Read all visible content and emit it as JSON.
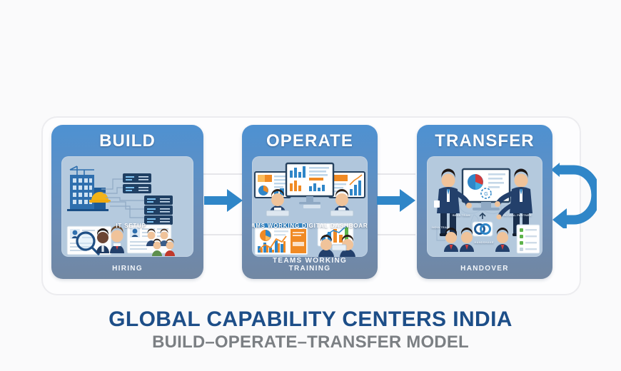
{
  "background_color": "#fafafb",
  "accent_blue": "#2f86c8",
  "title_blue": "#1d4e88",
  "subtitle_gray": "#7b7f83",
  "panel_gradient_top": "#4d91d2",
  "panel_gradient_bottom": "#7287a2",
  "inner_card_color": "#b3c8dd",
  "footer": {
    "title": "GLOBAL CAPABILITY CENTERS INDIA",
    "subtitle": "BUILD–OPERATE–TRANSFER MODEL"
  },
  "stages": [
    {
      "id": "build",
      "title": "BUILD",
      "footer_labels": [
        "HIRING"
      ],
      "art_captions": [
        "IT SETUP"
      ],
      "art_items": [
        "office-building",
        "construction-crane",
        "hard-hat",
        "server-rack",
        "network-lines",
        "resume-document",
        "magnifier",
        "candidate-avatars"
      ]
    },
    {
      "id": "operate",
      "title": "OPERATE",
      "footer_labels": [
        "TEAMS WORKING",
        "TRAINING"
      ],
      "art_captions": [
        "TEAMS WORKING DIGITAL DASHBOARDS"
      ],
      "art_items": [
        "triple-monitor",
        "bar-chart",
        "pie-chart",
        "line-chart",
        "analyst-avatars",
        "dashboard-report",
        "training-laptop"
      ]
    },
    {
      "id": "transfer",
      "title": "TRANSFER",
      "footer_labels": [
        "HANDOVER"
      ],
      "art_captions": [
        "INDIA TEAM",
        "GLOBAL PARTNER",
        "INDIA TEAM",
        "HANDSHAKE"
      ],
      "art_items": [
        "monitor-pie-chart",
        "businessman-left",
        "businessman-right",
        "handshake-icon",
        "team-avatars",
        "checklist"
      ]
    }
  ],
  "connectors": [
    {
      "id": "arrow-build-to-operate",
      "type": "right-arrow"
    },
    {
      "id": "arrow-operate-to-transfer",
      "type": "right-arrow"
    },
    {
      "id": "loop-arrow",
      "type": "circular-arrow"
    }
  ]
}
